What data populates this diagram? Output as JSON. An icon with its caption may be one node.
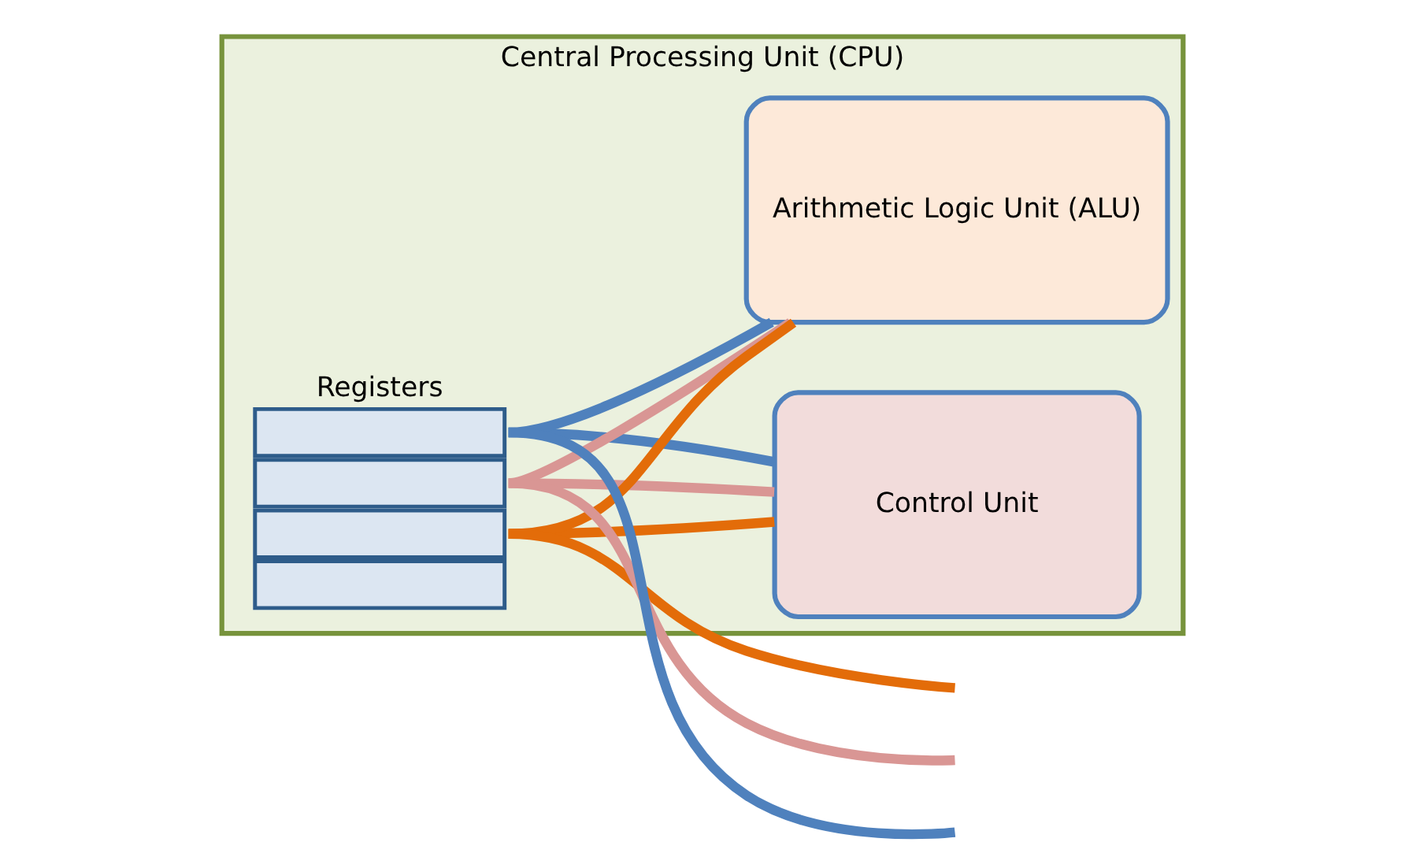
{
  "diagram": {
    "nodes": [
      {
        "text": [
          "Central Processing Unit (CPU)"
        ]
      },
      {
        "text": [
          "Registers"
        ],
        "in": 0
      },
      {
        "text": [
          "Control Unit"
        ],
        "in": 0
      },
      {
        "text": [
          "Arithmetic Logic Unit (ALU)"
        ],
        "in": 0
      }
    ],
    "edges": [
      {
        "from": 1,
        "to": 2,
        "arrow": "none",
        "color": "#4f81bd"
      },
      {
        "from": 1,
        "to": 2,
        "arrow": "none",
        "color": "#d99694"
      },
      {
        "from": 1,
        "to": 2,
        "arrow": "none",
        "color": "#e36c09"
      },
      {
        "from": 1,
        "to": 3,
        "arrow": "none",
        "color": "#4f81bd"
      },
      {
        "from": 1,
        "to": 3,
        "arrow": "none",
        "color": "#d99694"
      },
      {
        "from": 1,
        "to": 3,
        "arrow": "none",
        "color": "#e36c09"
      },
      {
        "from": 1,
        "to": null,
        "arrow": "none",
        "color": "#4f81bd"
      },
      {
        "from": 1,
        "to": null,
        "arrow": "none",
        "color": "#d99694"
      },
      {
        "from": 1,
        "to": null,
        "arrow": "none",
        "color": "#e36c09"
      }
    ]
  }
}
